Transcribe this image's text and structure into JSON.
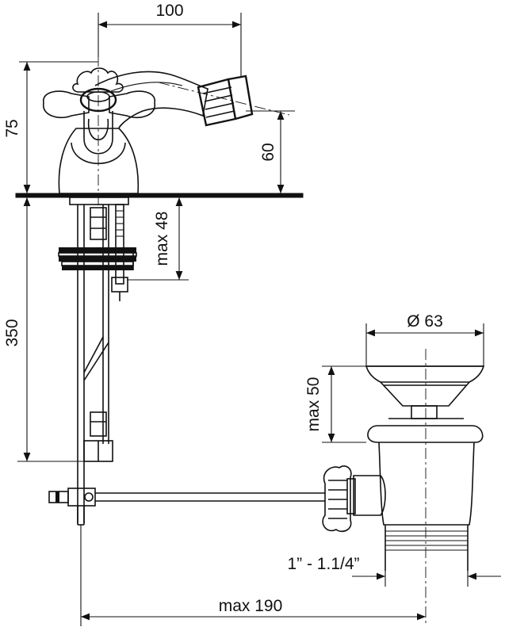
{
  "dimensions": {
    "spout_reach": "100",
    "mixer_height": "75",
    "spout_height": "60",
    "deck_thickness": "max 48",
    "supply_length": "350",
    "waste_diameter": "Ø 63",
    "waste_height": "max 50",
    "thread_size": "1” - 1.1/4”",
    "pop_up_rod_length": "max 190"
  },
  "colors": {
    "line": "#111111",
    "background": "#ffffff"
  }
}
